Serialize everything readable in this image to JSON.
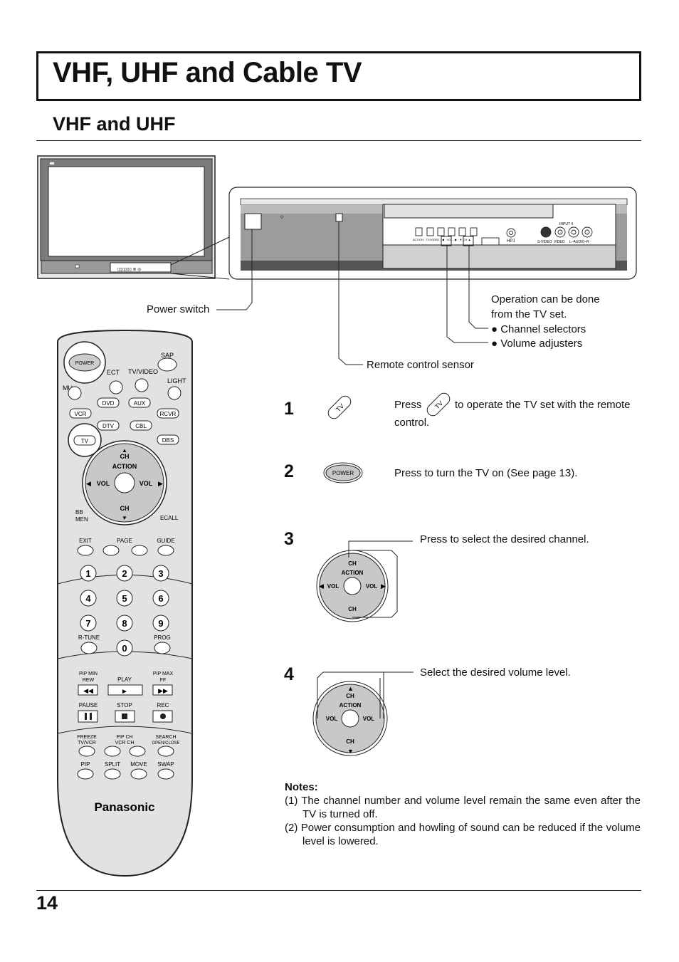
{
  "header": {
    "title": "VHF, UHF and Cable TV",
    "section": "VHF and UHF"
  },
  "tv": {
    "power_switch": "Power switch",
    "remote_sensor": "Remote control sensor",
    "operation_text": [
      "Operation can be done",
      "from the TV set."
    ],
    "bullets": [
      "● Channel selectors",
      "● Volume adjusters"
    ],
    "panel_labels": {
      "input4": "INPUT 4",
      "hpj": "HPJ",
      "svideo": "S-VIDEO",
      "video": "VIDEO",
      "audio": "L–AUDIO–R"
    }
  },
  "remote": {
    "top": {
      "power": "POWER",
      "sap": "SAP",
      "select": "ECT",
      "tvvideo": "TV/VIDEO",
      "mute": "MU",
      "light": "LIGHT"
    },
    "modes": [
      "DVD",
      "AUX",
      "VCR",
      "RCVR",
      "DTV",
      "CBL",
      "TV",
      "DBS"
    ],
    "action": {
      "ch": "CH",
      "vol": "VOL",
      "action": "ACTION"
    },
    "menu": {
      "bbe": "BB",
      "menu": "MEN",
      "recall": "ECALL",
      "exit": "EXIT",
      "page": "PAGE",
      "guide": "GUIDE"
    },
    "digits": [
      "1",
      "2",
      "3",
      "4",
      "5",
      "6",
      "7",
      "8",
      "9",
      "0"
    ],
    "rtune": "R-TUNE",
    "prog": "PROG",
    "transport": {
      "pipmin": "PIP MIN",
      "rew": "REW",
      "play": "PLAY",
      "pipmax": "PIP MAX",
      "ff": "FF",
      "pause": "PAUSE",
      "stop": "STOP",
      "rec": "REC"
    },
    "bottom": {
      "freeze": "FREEZE",
      "tvvcr": "TV/VCR",
      "pipch": "PIP CH",
      "vcrch": "VCR CH",
      "search": "SEARCH",
      "openclose": "OPEN/CLOSE",
      "pip": "PIP",
      "split": "SPLIT",
      "move": "MOVE",
      "swap": "SWAP"
    },
    "brand": "Panasonic"
  },
  "steps": [
    {
      "num": "1",
      "pre": "Press",
      "post": "to operate the TV set with the remote",
      "post2": "control.",
      "icon": "TV"
    },
    {
      "num": "2",
      "text": "Press to turn the TV on (See page 13).",
      "icon": "POWER"
    },
    {
      "num": "3",
      "text": "Press to select the desired channel."
    },
    {
      "num": "4",
      "text": "Select the desired volume level."
    }
  ],
  "notes": {
    "title": "Notes:",
    "items": [
      "(1) The channel number and volume level remain the same even after the TV is turned off.",
      "(2) Power consumption and howling of sound can be reduced if the volume level is lowered."
    ]
  },
  "page_number": "14"
}
